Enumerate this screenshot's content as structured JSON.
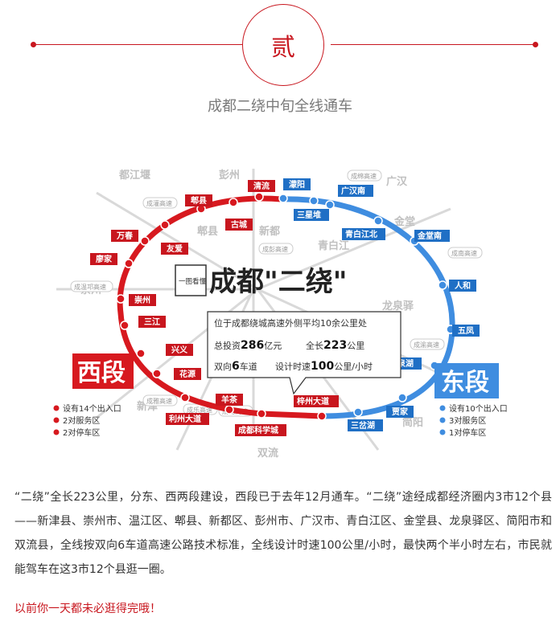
{
  "header": {
    "badge": "贰"
  },
  "subtitle": "成都二绕中旬全线通车",
  "map": {
    "title_box": "一图看懂",
    "title_main": "成都\"二绕\"",
    "info": {
      "line1": "位于成都绕城高速外侧平均10余公里处",
      "invest_prefix": "总投资",
      "invest_value": "286",
      "invest_unit": "亿元",
      "length_prefix": "全长",
      "length_value": "223",
      "length_unit": "公里",
      "lanes_prefix": "双向",
      "lanes_value": "6",
      "lanes_unit": "车道",
      "speed_prefix": "设计时速",
      "speed_value": "100",
      "speed_unit": "公里/小时"
    },
    "west": {
      "label": "西段",
      "notes": [
        "设有14个出入口",
        "2对服务区",
        "2对停车区"
      ]
    },
    "east": {
      "label": "东段",
      "notes": [
        "设有10个出入口",
        "3对服务区",
        "1对停车区"
      ]
    },
    "west_stations": [
      "清流",
      "郫县",
      "古城",
      "万春",
      "友爱",
      "廖家",
      "崇州",
      "三江",
      "兴义",
      "花源",
      "利州大道",
      "羊茶",
      "成都科学城"
    ],
    "east_stations": [
      "濛阳",
      "广汉南",
      "三星堆",
      "青白江北",
      "金堂南",
      "人和",
      "五凤",
      "龙泉湖",
      "贾家",
      "三岔湖",
      "梓州大道"
    ],
    "bg_labels": [
      "都江堰",
      "彭州",
      "广汉",
      "金堂",
      "新都",
      "郫县",
      "崇州",
      "青白江",
      "龙泉驿",
      "新津",
      "简阳",
      "双流",
      "成灌高速",
      "成绵高速",
      "成温邛高速",
      "成南高速",
      "成渝高速",
      "成雅高速",
      "成乐高速",
      "成彭高速",
      "成昆高速"
    ]
  },
  "paragraph": "“二绕”全长223公里，分东、西两段建设，西段已于去年12月通车。“二绕”途经成都经济圈内3市12个县——新津县、崇州市、温江区、郫县、新都区、彭州市、广汉市、青白江区、金堂县、龙泉驿区、简阳市和双流县，全线按双向6车道高速公路技术标准，全线设计时速100公里/小时，最快两个半小时左右，市民就能驾车在这3市12个县逛一圈。",
  "footer": "以前你一天都未必逛得完哦！",
  "colors": {
    "accent": "#c8161e",
    "west": "#d7191f",
    "east": "#3f8de0"
  }
}
